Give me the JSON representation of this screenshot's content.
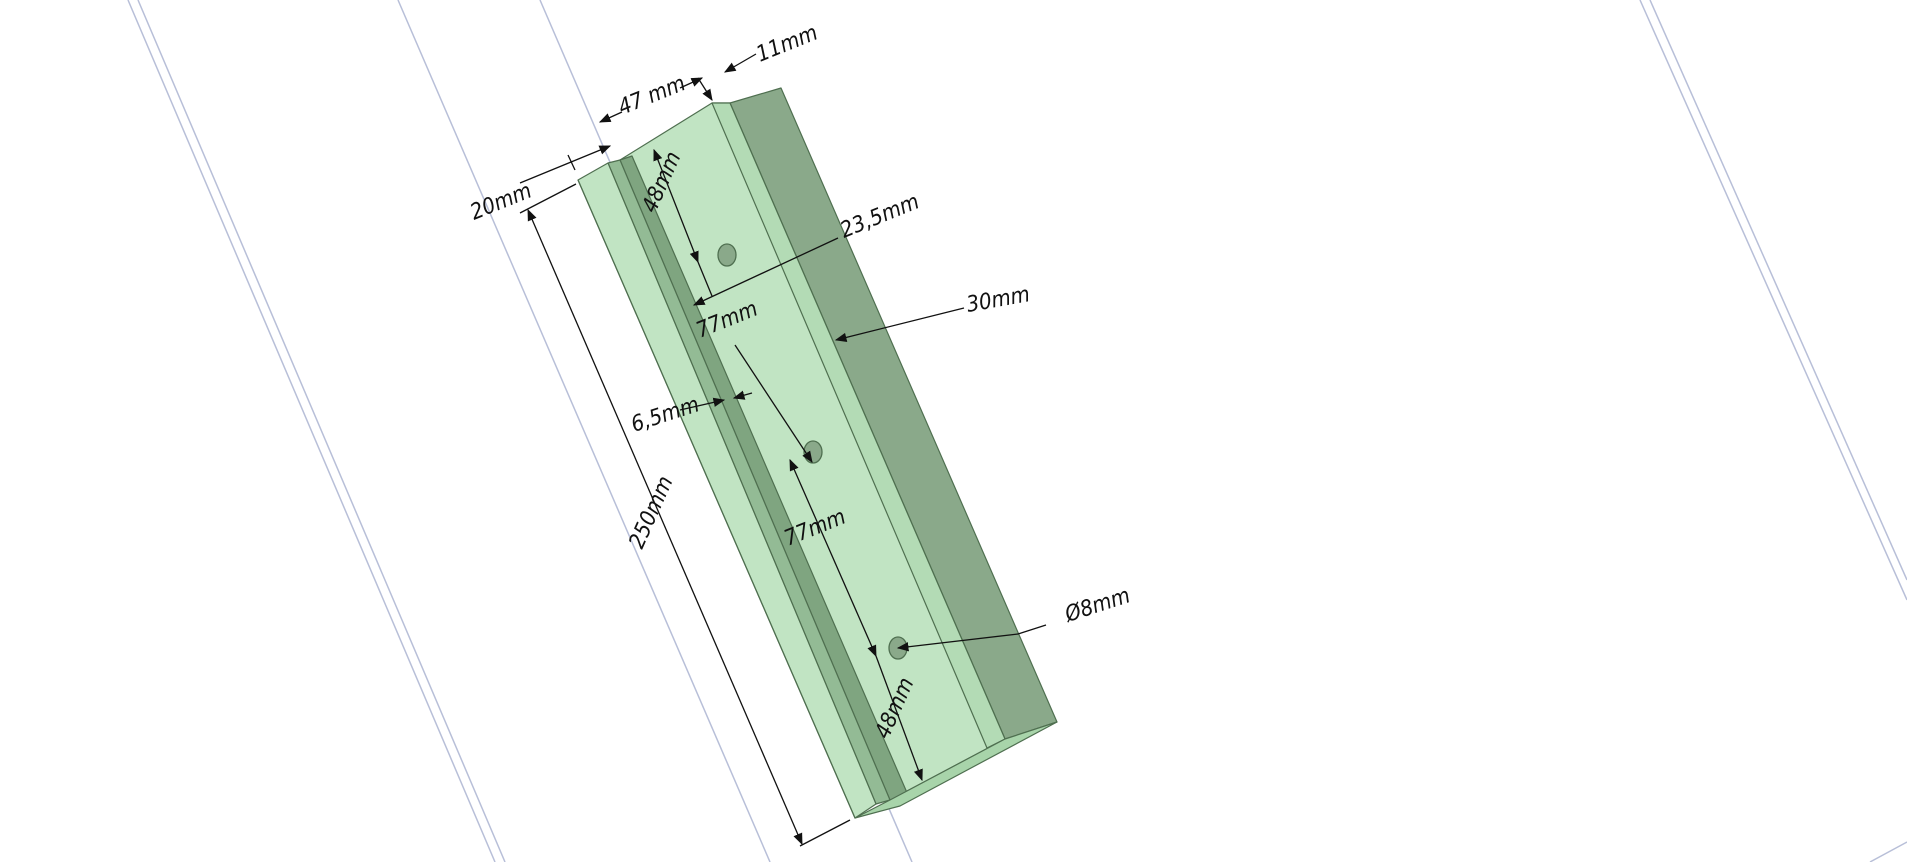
{
  "colors": {
    "face_light": "#c1e4c3",
    "face_mid": "#a8d4aa",
    "face_dark": "#8aa98a",
    "groove": "#7fa580",
    "edge": "#4f6f50",
    "guide_line": "#b8bfd8",
    "dimension": "#111111"
  },
  "dimensions": {
    "width_top": "11mm",
    "width_47": "47 mm",
    "width_20": "20mm",
    "hole_offset_top": "48mm",
    "edge_offset": "23,5mm",
    "thickness": "30mm",
    "hole_spacing_1": "77mm",
    "groove_width": "6,5mm",
    "hole_spacing_2": "77mm",
    "length": "250mm",
    "hole_diameter": "Ø8mm",
    "hole_offset_bottom": "48mm"
  }
}
